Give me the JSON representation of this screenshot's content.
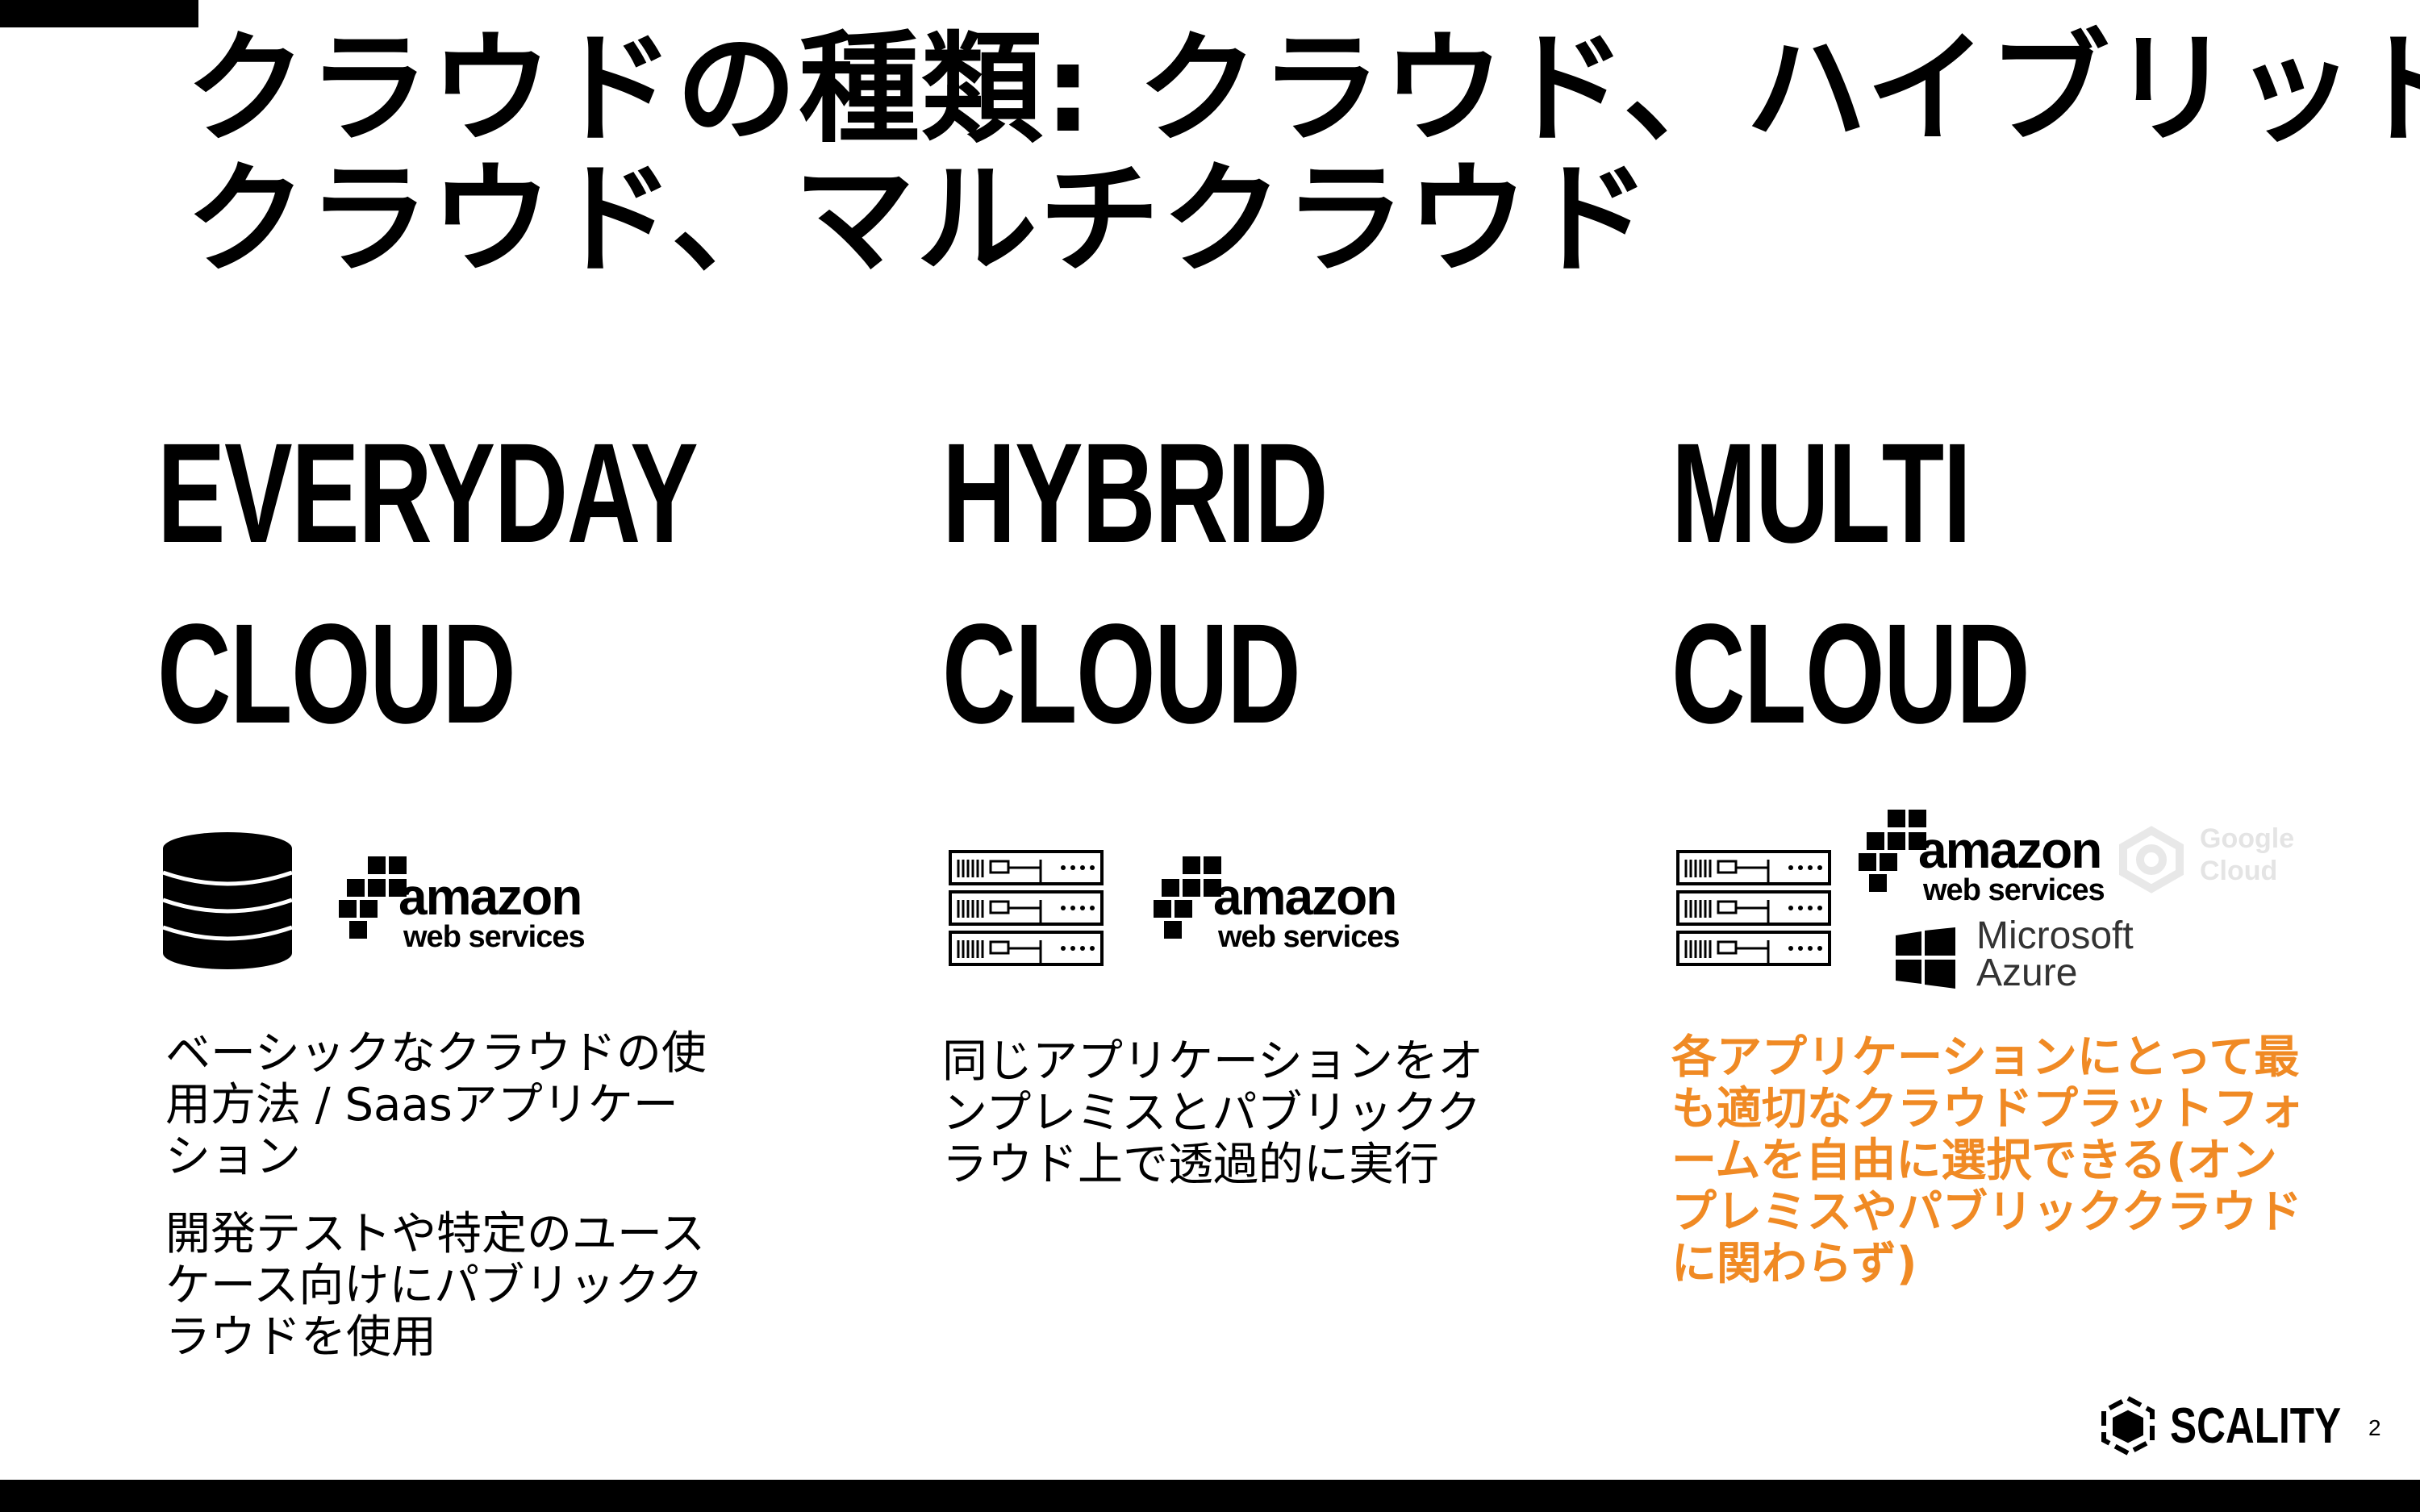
{
  "slide": {
    "title_line1": "クラウドの種類: クラウド、ハイブリッド",
    "title_line2": "クラウド、マルチクラウド",
    "page_number": "2"
  },
  "columns": [
    {
      "heading_line1": "EVERYDAY",
      "heading_line2": "CLOUD",
      "logo": {
        "word": "amazon",
        "sub": "web services"
      },
      "paragraphs": [
        "ベーシックなクラウドの使用方法 / Saasアプリケーション",
        "開発テストや特定のユースケース向けにパブリッククラウドを使用"
      ]
    },
    {
      "heading_line1": "HYBRID",
      "heading_line2": "CLOUD",
      "logo": {
        "word": "amazon",
        "sub": "web services"
      },
      "paragraphs": [
        "同じアプリケーションをオンプレミスとパブリッククラウド上で透過的に実行"
      ]
    },
    {
      "heading_line1": "MULTI",
      "heading_line2": "CLOUD",
      "logo": {
        "word": "amazon",
        "sub": "web services"
      },
      "microsoft_line1": "Microsoft",
      "microsoft_line2": "Azure",
      "google_line1": "Google",
      "google_line2": "Cloud",
      "paragraphs": [
        "各アプリケーションにとって最も適切なクラウドプラットフォームを自由に選択できる(オンプレミスやパブリッククラウドに関わらず)"
      ]
    }
  ],
  "brand": {
    "name": "SCALITY"
  },
  "colors": {
    "accent": "#f08a24",
    "text": "#000000",
    "background": "#ffffff"
  }
}
